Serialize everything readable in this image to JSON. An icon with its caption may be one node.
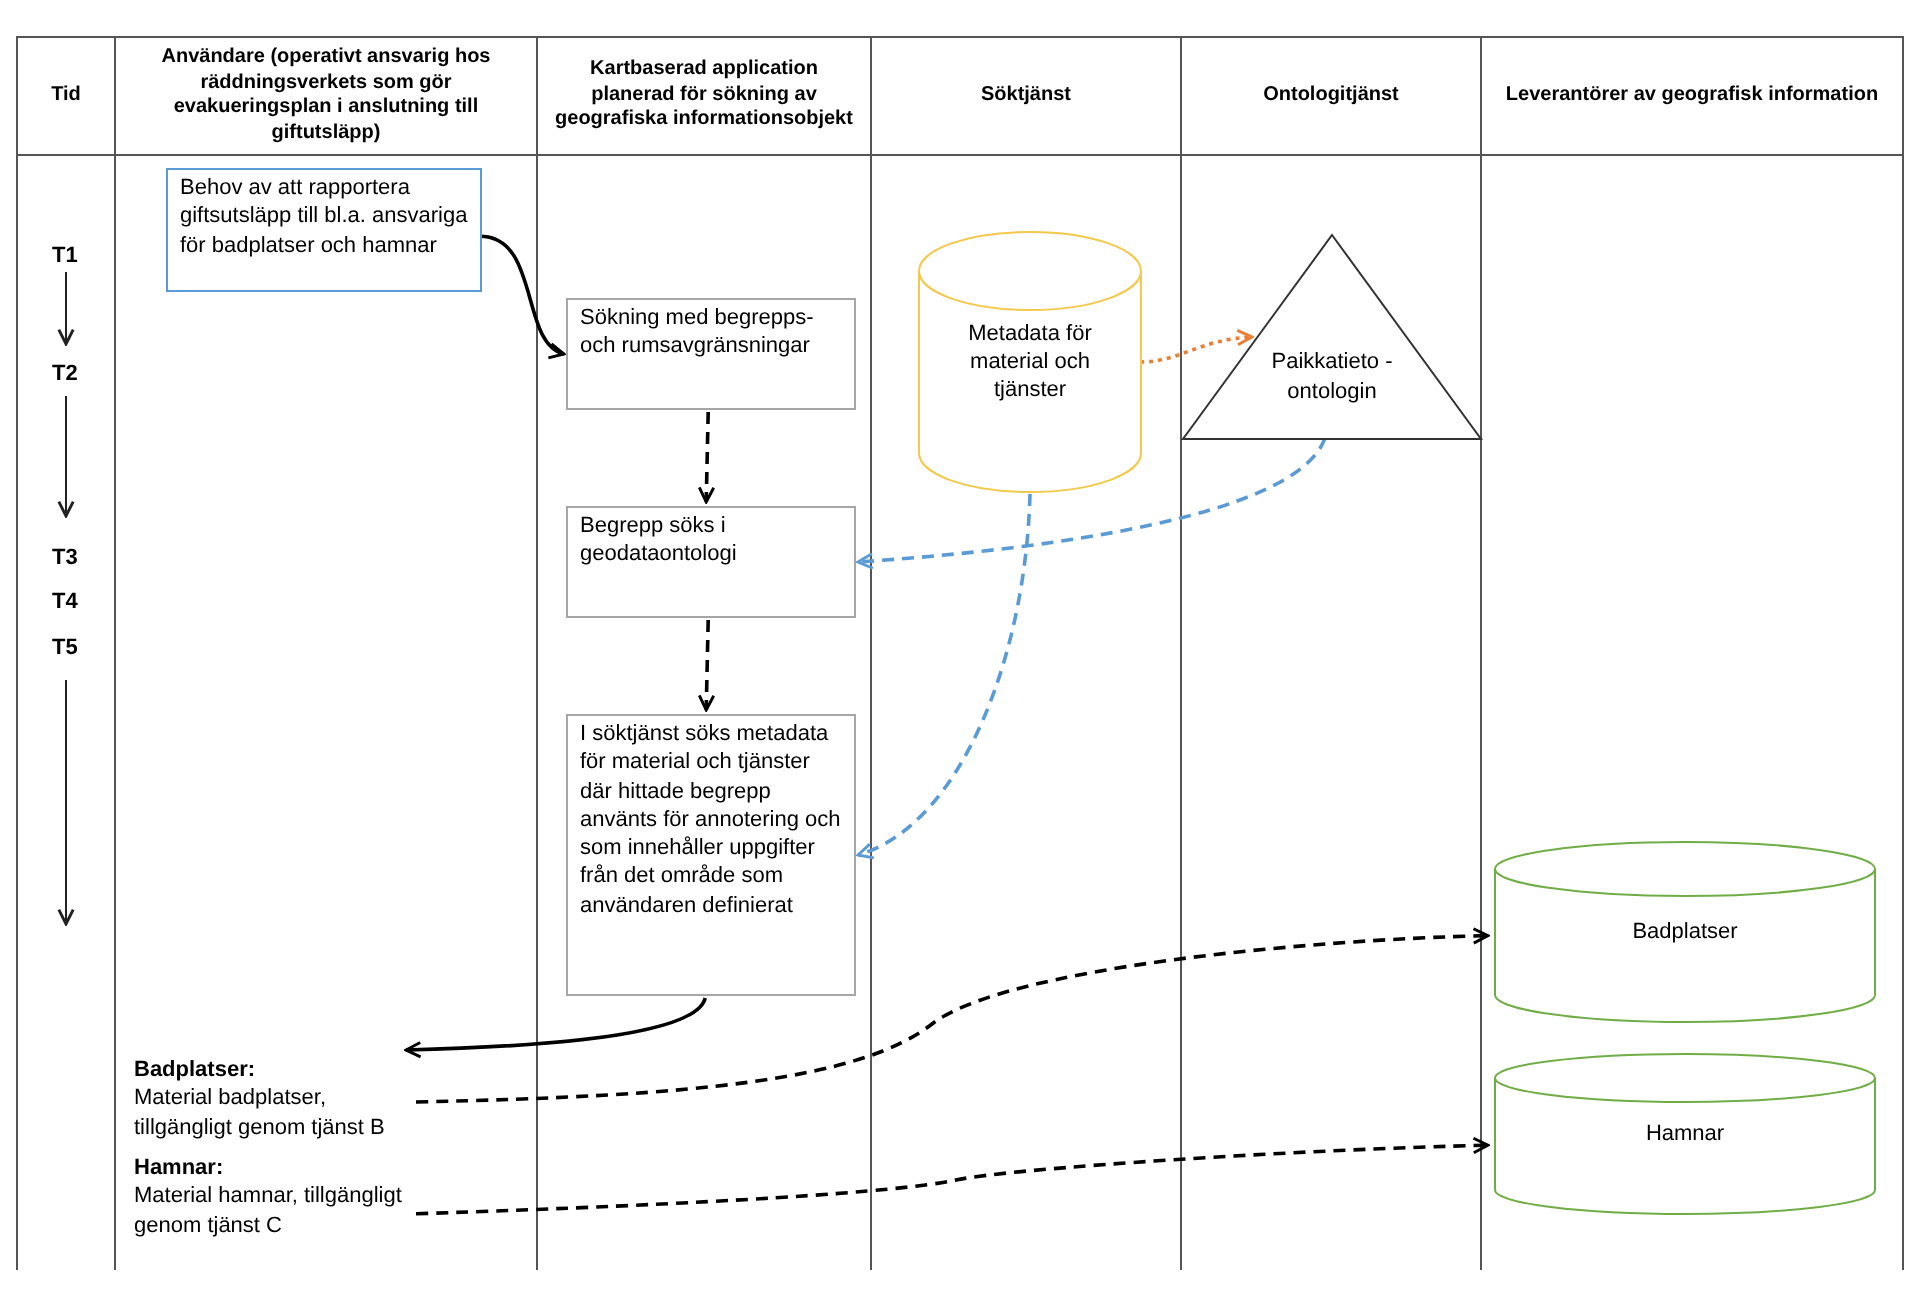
{
  "diagram": {
    "nodes": [
      {
        "text": [
          "Tid"
        ]
      },
      {
        "text": [
          "Användare (operativt ansvarig hos räddningsverkets som gör evakueringsplan i anslutning till giftutsläpp)"
        ]
      },
      {
        "text": [
          "Kartbaserad application planerad för sökning av geografiska informationsobjekt"
        ]
      },
      {
        "text": [
          "Söktjänst"
        ]
      },
      {
        "text": [
          "Ontologitjänst"
        ]
      },
      {
        "text": [
          "Leverantörer av geografisk information"
        ]
      },
      {
        "text": [
          "Behov av att rapportera giftsutsläpp till bl.a. ansvariga för badplatser och hamnar"
        ],
        "in": 1
      },
      {
        "text": [
          "Sökning med begrepps- och rumsavgränsningar"
        ],
        "in": 2
      },
      {
        "text": [
          "Begrepp söks i geodataontologi"
        ],
        "in": 2
      },
      {
        "text": [
          "I söktjänst söks metadata för material och tjänster där hittade begrepp använts för annotering och som innehåller uppgifter från det område som användaren definierat"
        ],
        "in": 2
      },
      {
        "text": [
          "Metadata för material och tjänster"
        ],
        "in": 3
      },
      {
        "text": [
          "Paikkatieto -ontologin"
        ],
        "in": 4
      },
      {
        "text": [
          "Badplatser"
        ],
        "in": 5
      },
      {
        "text": [
          "Hamnar"
        ],
        "in": 5
      },
      {
        "text": [
          "Badplatser:",
          "Material badplatser, tillgängligt genom tjänst B"
        ],
        "in": 1
      },
      {
        "text": [
          "Hamnar:",
          "Material hamnar, tillgängligt genom tjänst C"
        ],
        "in": 1
      }
    ],
    "edges": [
      {
        "from": 6,
        "to": 7,
        "arrow": "to"
      },
      {
        "from": 7,
        "to": 8,
        "arrow": "to",
        "style": "dashed"
      },
      {
        "from": 8,
        "to": 9,
        "arrow": "to",
        "style": "dashed"
      },
      {
        "from": 10,
        "to": 11,
        "arrow": "to",
        "style": "dashed",
        "color": "#ed7d31"
      },
      {
        "from": 11,
        "to": 8,
        "arrow": "to",
        "style": "dashed",
        "color": "#5b9bd5"
      },
      {
        "from": 10,
        "to": 9,
        "arrow": "to",
        "style": "dashed",
        "color": "#5b9bd5"
      },
      {
        "from": 9,
        "to": 14,
        "arrow": "to"
      },
      {
        "from": 14,
        "to": 12,
        "arrow": "to",
        "style": "dashed"
      },
      {
        "from": 15,
        "to": 13,
        "arrow": "to",
        "style": "dashed"
      }
    ],
    "labels": [
      "T1",
      "T2",
      "T3",
      "T4",
      "T5"
    ]
  }
}
